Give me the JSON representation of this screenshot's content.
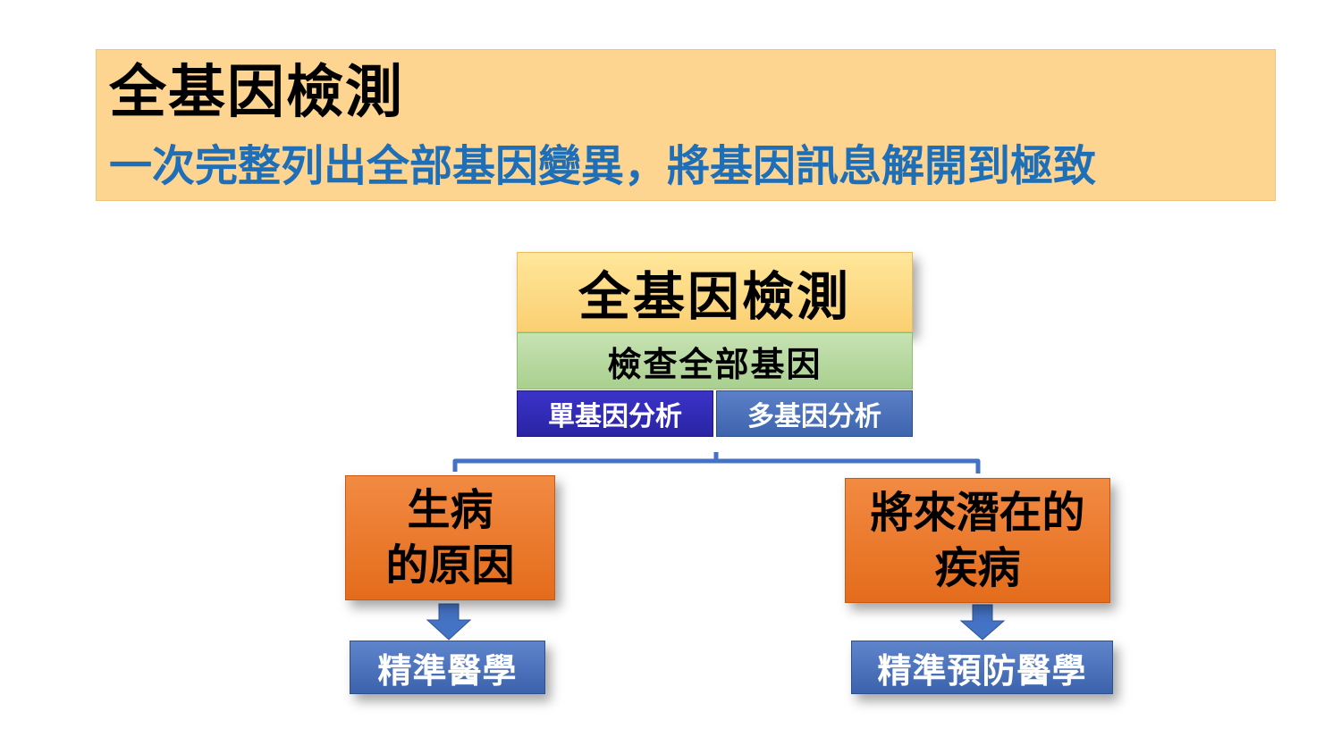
{
  "banner": {
    "title": "全基因檢測",
    "subtitle": "一次完整列出全部基因變異，將基因訊息解開到極致"
  },
  "diagram": {
    "main_title": "全基因檢測",
    "main_sub": "檢查全部基因",
    "single_analysis": "單基因分析",
    "multi_analysis": "多基因分析",
    "cause_line1": "生病",
    "cause_line2": "的原因",
    "future_line1": "將來潛在的",
    "future_line2": "疾病",
    "precision_medicine": "精準醫學",
    "precision_preventive": "精準預防醫學"
  },
  "colors": {
    "banner_bg": "#fdd590",
    "subtitle_text": "#1f6fb8",
    "orange_box": "#e46c1c",
    "blue_label": "#3b62ac",
    "connector": "#4472c4",
    "green_box": "#a9d08e"
  }
}
